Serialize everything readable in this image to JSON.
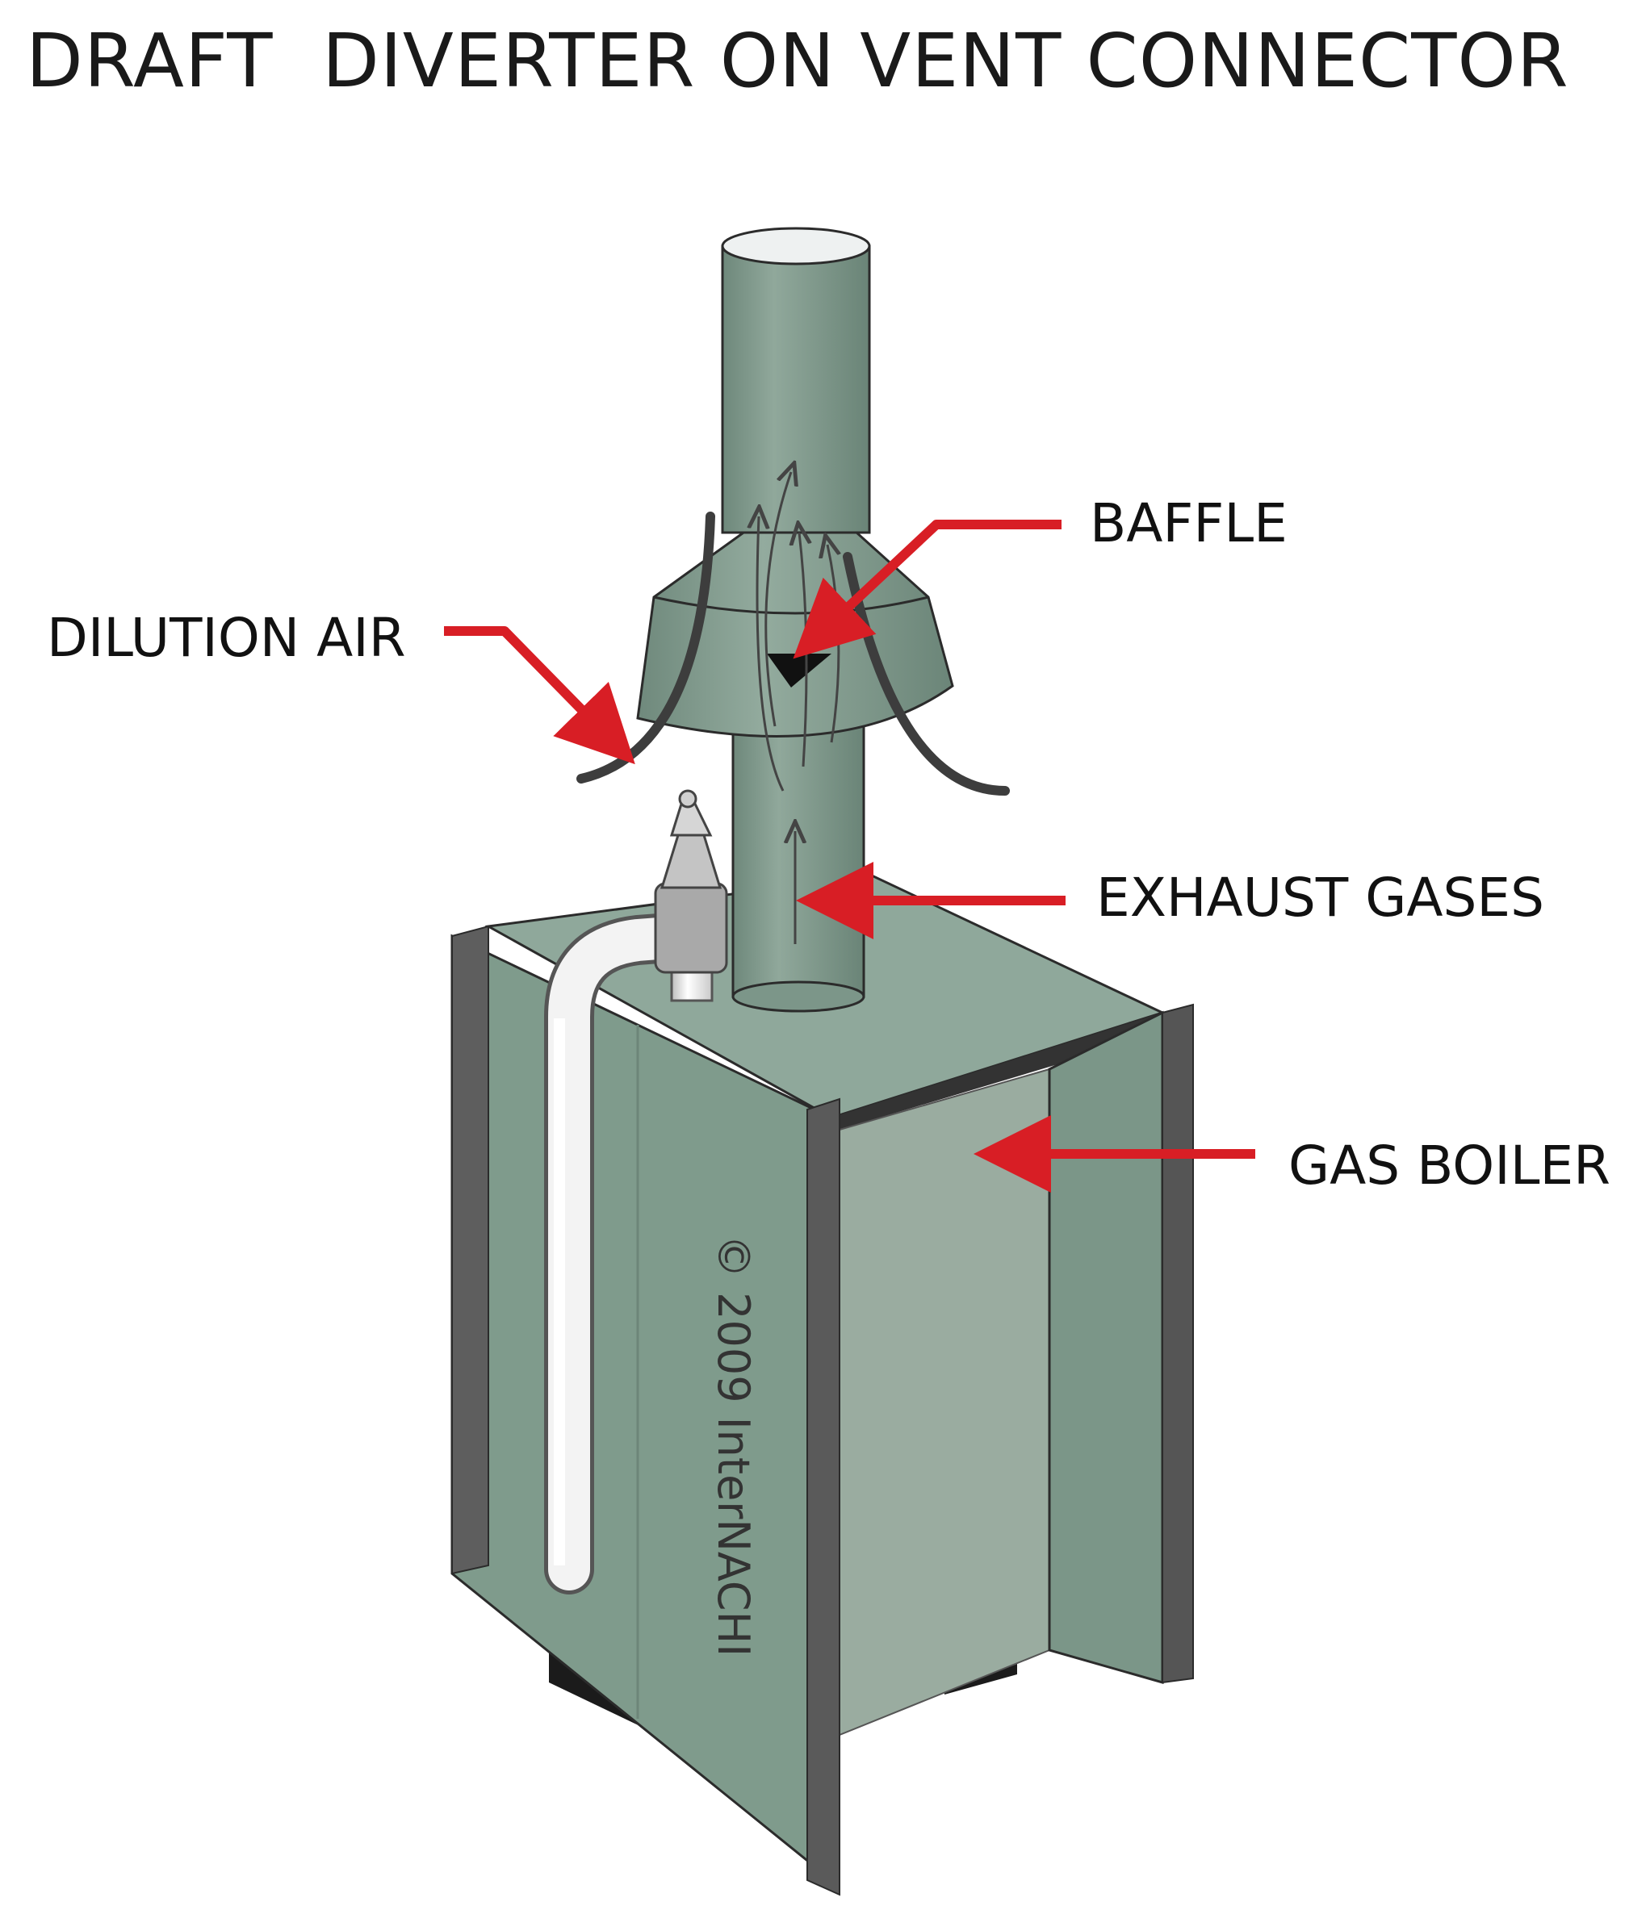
{
  "title": "DRAFT  DIVERTER ON VENT CONNECTOR",
  "labels": {
    "baffle": "BAFFLE",
    "dilution_air": "DILUTION AIR",
    "exhaust_gases": "EXHAUST GASES",
    "gas_boiler": "GAS BOILER"
  },
  "copyright": "© 2009  InterNACHI",
  "colors": {
    "callout_arrow": "#d81e25",
    "boiler_green": "#7e998b",
    "boiler_front": "#9aaca0",
    "pipe_white": "#f2f2f2",
    "flow_arrow": "#444444"
  }
}
